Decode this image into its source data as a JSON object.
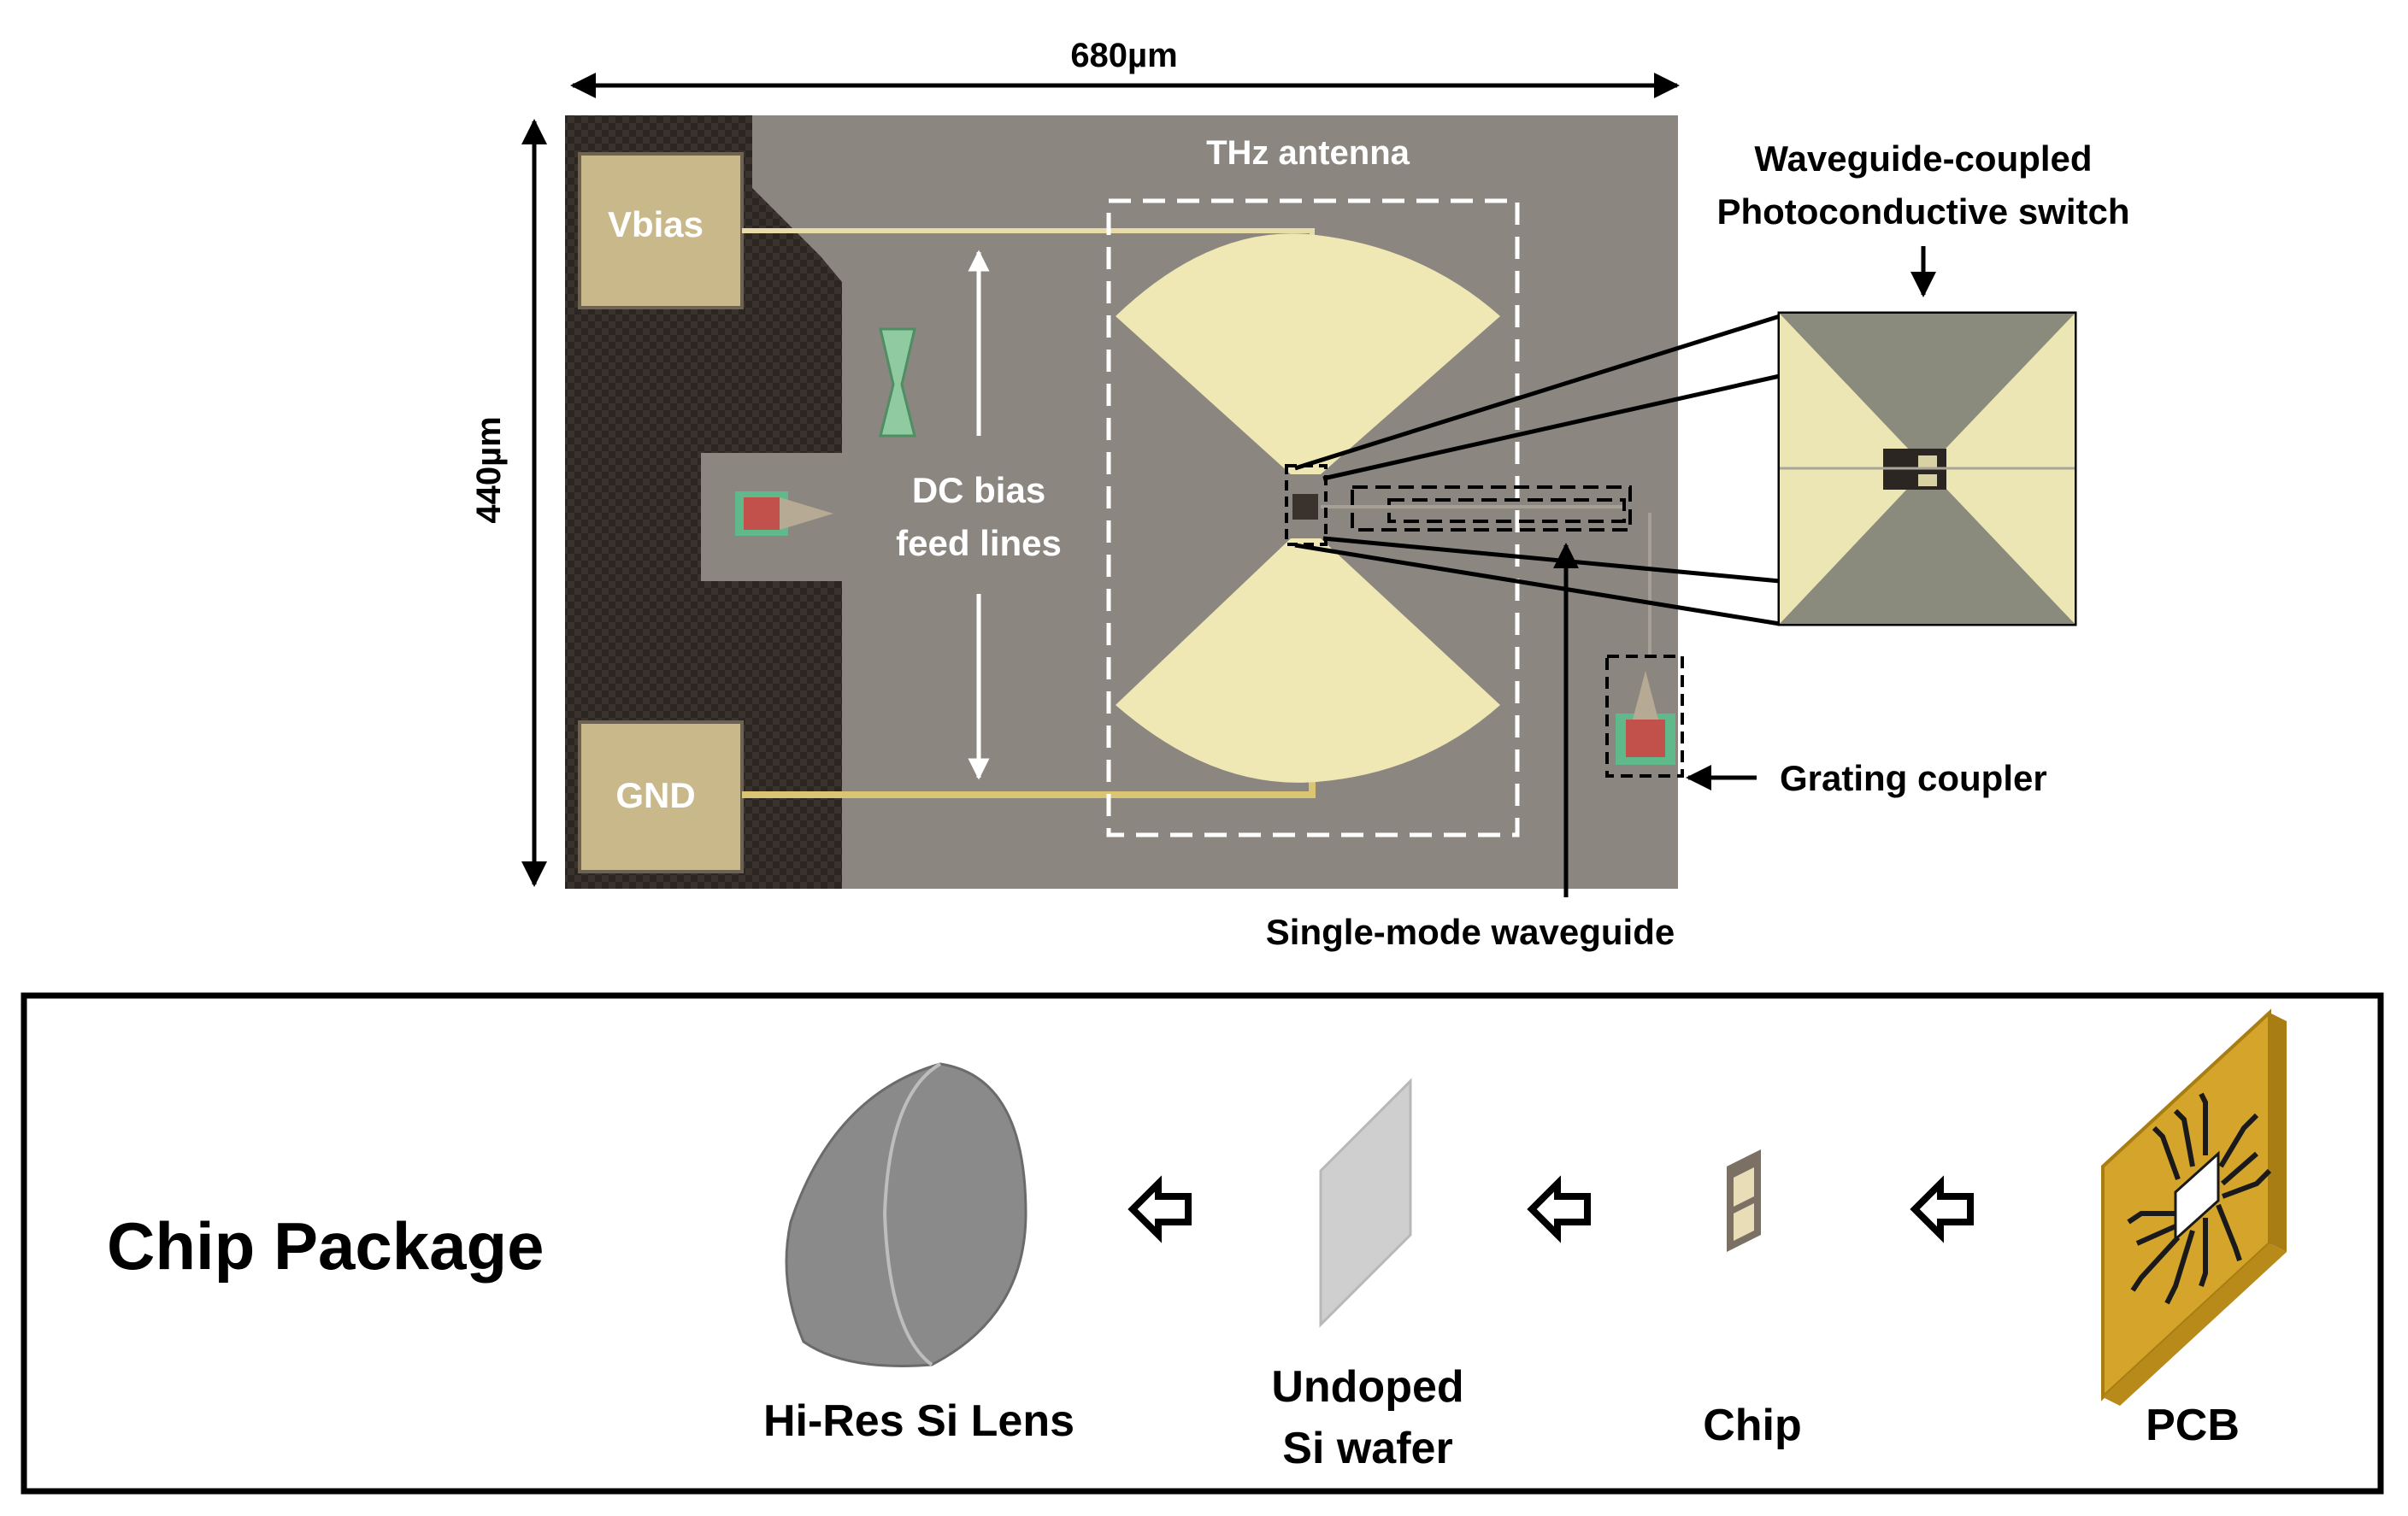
{
  "micrograph": {
    "width_label": "680µm",
    "height_label": "440µm",
    "pad_vbias": "Vbias",
    "pad_gnd": "GND",
    "antenna_label": "THz antenna",
    "dc_bias_line1": "DC bias",
    "dc_bias_line2": "feed lines",
    "inset_title_line1": "Waveguide-coupled",
    "inset_title_line2": "Photoconductive switch",
    "grating_label": "Grating coupler",
    "waveguide_label": "Single-mode waveguide"
  },
  "package": {
    "title": "Chip Package",
    "items": [
      {
        "name": "lens",
        "label_lines": [
          "Hi-Res Si Lens"
        ]
      },
      {
        "name": "wafer",
        "label_lines": [
          "Undoped",
          "Si wafer"
        ]
      },
      {
        "name": "chip",
        "label_lines": [
          "Chip"
        ]
      },
      {
        "name": "pcb",
        "label_lines": [
          "PCB"
        ]
      }
    ]
  },
  "colors": {
    "chip_bg": "#8c8680",
    "dark_region": "#2c2622",
    "gold_pad": "#c9b98a",
    "antenna_gold": "#efe7b4",
    "pcb_gold": "#d4a52a",
    "pcb_dark": "#a87d14",
    "lens_gray": "#8a8a8a",
    "wafer_gray": "#cfcfcf"
  }
}
